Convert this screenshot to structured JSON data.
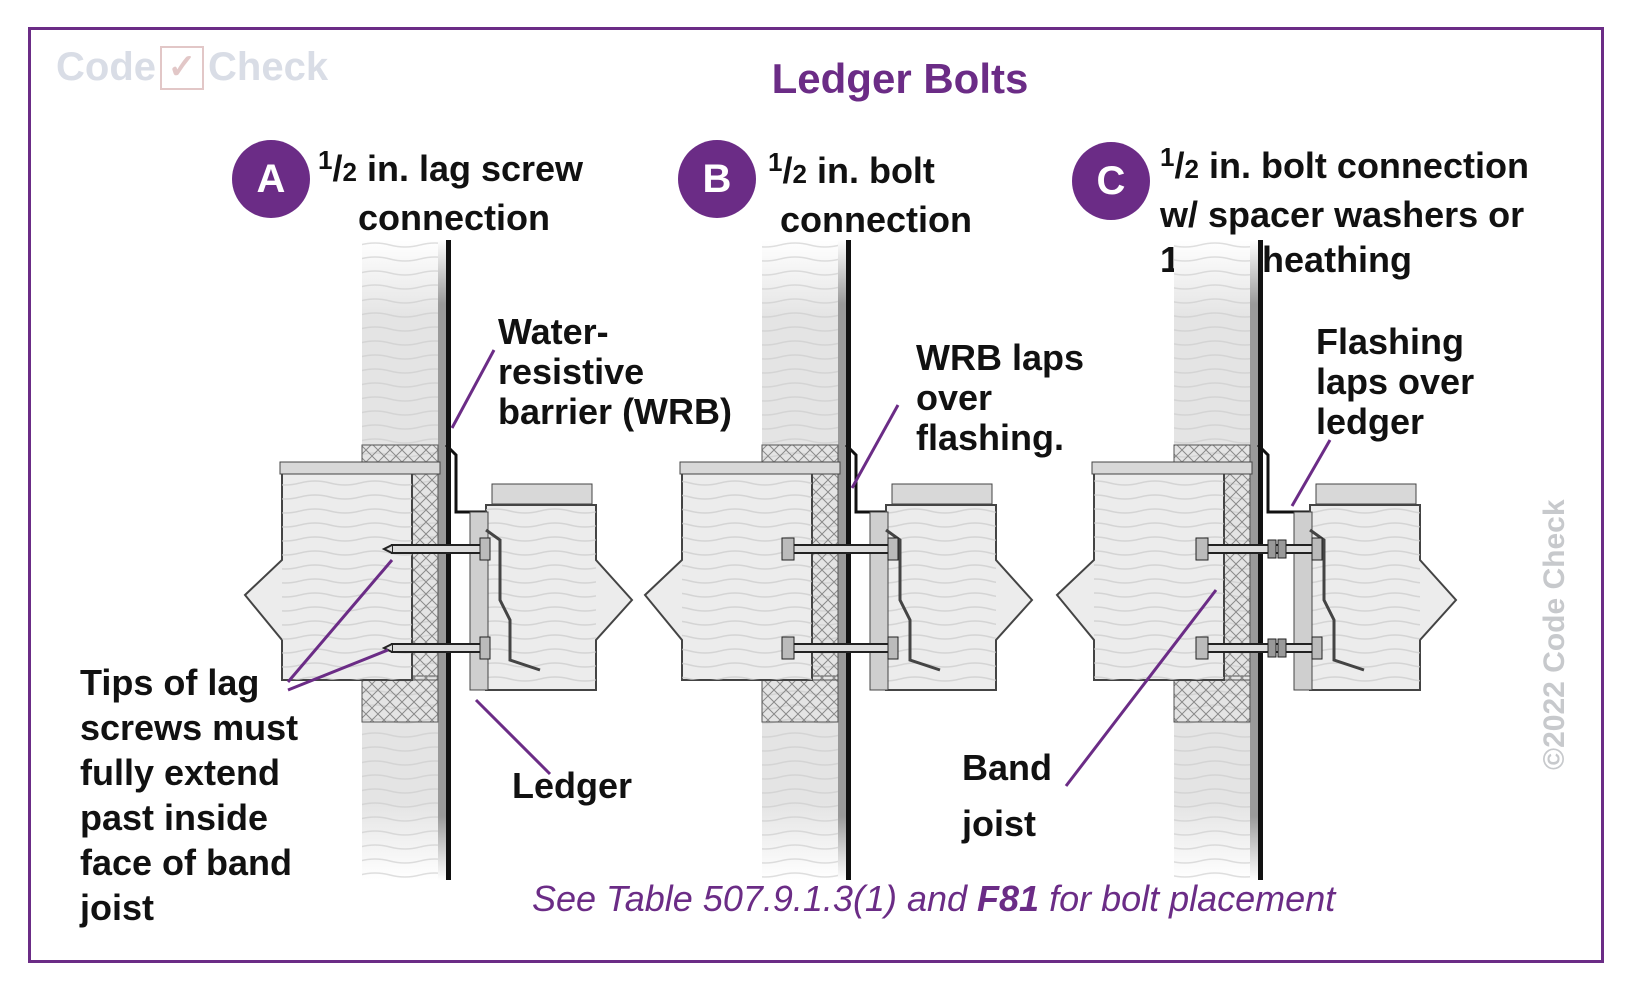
{
  "logo": {
    "left": "Code",
    "right": "Check",
    "mark": "✓"
  },
  "title": "Ledger Bolts",
  "panels": [
    {
      "letter": "A",
      "frac_num": "1",
      "frac_den": "2",
      "line1": " in. lag screw",
      "line2": "connection"
    },
    {
      "letter": "B",
      "frac_num": "1",
      "frac_den": "2",
      "line1": " in. bolt",
      "line2": "connection"
    },
    {
      "letter": "C",
      "frac_num": "1",
      "frac_den": "2",
      "line1": " in. bolt connection",
      "line2": "w/ spacer washers or",
      "line3": "1 in. sheathing"
    }
  ],
  "labels": {
    "wrb": "Water-\nresistive\nbarrier (WRB)",
    "wrb_laps": "WRB laps\nover\nflashing.",
    "flashing_laps": "Flashing\nlaps over\nledger",
    "tips": "Tips of lag\nscrews must\nfully extend\npast inside\nface of band\njoist",
    "ledger": "Ledger",
    "band_joist": "Band\njoist"
  },
  "footer": {
    "pre": "See Table 507.9.1.3(1) and ",
    "bold": "F81",
    "post": " for bolt placement"
  },
  "copyright": "©2022 Code Check",
  "colors": {
    "accent": "#6b2c86",
    "wood": "#e6e6e6",
    "line": "#222222"
  }
}
